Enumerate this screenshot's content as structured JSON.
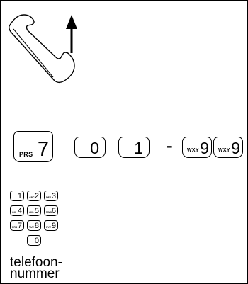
{
  "sequence": {
    "keys": [
      {
        "number": "7",
        "letters": "PRS"
      },
      {
        "number": "0",
        "letters": ""
      },
      {
        "number": "1",
        "letters": ""
      },
      {
        "number": "9",
        "letters": "WXY"
      },
      {
        "number": "9",
        "letters": "WXY"
      }
    ],
    "separator": "-"
  },
  "keypad": {
    "keys": [
      {
        "number": "1",
        "letters": ""
      },
      {
        "number": "2",
        "letters": "ABC"
      },
      {
        "number": "3",
        "letters": "DEF"
      },
      {
        "number": "4",
        "letters": "GHI"
      },
      {
        "number": "5",
        "letters": "JKL"
      },
      {
        "number": "6",
        "letters": "MNO"
      },
      {
        "number": "7",
        "letters": "PRS"
      },
      {
        "number": "8",
        "letters": "TUV"
      },
      {
        "number": "9",
        "letters": "XYZ"
      },
      {
        "number": "0",
        "letters": ""
      }
    ]
  },
  "caption": {
    "line1": "telefoon-",
    "line2": "nummer"
  }
}
